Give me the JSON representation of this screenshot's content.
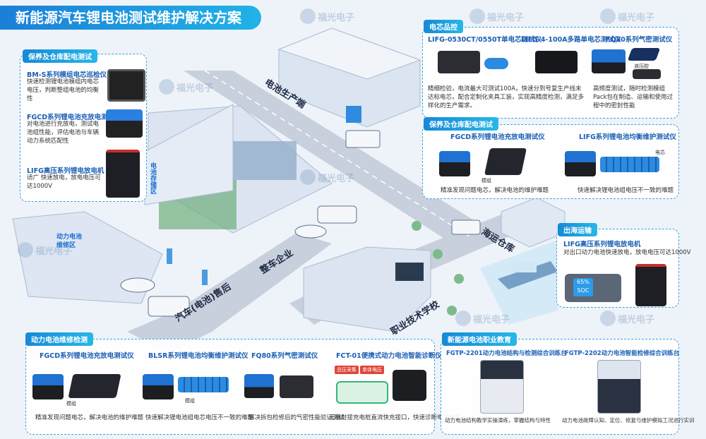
{
  "title": "新能源汽车锂电池测试维护解决方案",
  "watermark": "福光电子",
  "scene_labels": {
    "battery_production": "电池生产端",
    "vehicle_enterprise": "整车企业",
    "after_sales": "汽车(电池)售后",
    "vocational_school": "职业技术学校",
    "ocean_warehouse": "海运仓库",
    "storage_room": "电池存储区",
    "repair_room": "动力电池维修区"
  },
  "panels": {
    "protect_warehouse_left": {
      "tag": "保养及仓库配电测试",
      "items": [
        {
          "title": "BM-S系列模组电芯巡检仪",
          "desc": "快速检测锂电池模组内电芯电压，判断整组电池的均衡性"
        },
        {
          "title": "FGCD系列锂电池充放电测试仪",
          "desc": "对电池进行充放电，测试电池组性能，评估电池与车辆动力系统匹配性"
        },
        {
          "title": "LIFG高压系列锂电放电机",
          "desc": "适广 快速放电，放电电压可达1000V"
        }
      ]
    },
    "cell_qc": {
      "tag": "电芯品控",
      "items": [
        {
          "title": "LIFG-0530CT/0550T单电芯测试仪"
        },
        {
          "title": "LIFG-4-100A多路单电芯测试仪"
        },
        {
          "title": "FQ80系列气密测试仪"
        }
      ],
      "desc_left": "精细检验，电流最大可测试100A，快速分到号复生产线未达标电芯，配合定制化夹具工装，实现高精度检测，满足多样化的生产需求。",
      "desc_right": "高频度测试，随时检测模组Pack包在制造、运输和使用过程中的密封性能",
      "label_tank": "液压腔"
    },
    "protect_warehouse_right": {
      "tag": "保养及仓库配电测试",
      "items": [
        {
          "title": "FGCD系列锂电池充放电测试仪",
          "desc": "精准发现问题电芯，解决电池的维护难题"
        },
        {
          "title": "LIFG系列锂电池均衡维护测试仪",
          "desc": "快速解决锂电池组电压不一致的难题"
        }
      ],
      "label_module": "模组",
      "label_cell": "电芯"
    },
    "ocean_transport": {
      "tag": "出海运输",
      "title": "LIFG高压系列锂电放电机",
      "desc": "对出口动力电池快速放电，放电电压可达1000V",
      "soc": "65%",
      "soc_label": "SOC"
    },
    "repair_test": {
      "tag": "动力电池维修检测",
      "items": [
        {
          "title": "FGCD系列锂电池充放电测试仪",
          "desc": "精准发现问题电芯，解决电池的维护难题"
        },
        {
          "title": "BLSR系列锂电池均衡维护测试仪",
          "desc": "快速解决锂电池组电芯电压不一致的难题"
        },
        {
          "title": "FQ80系列气密测试仪",
          "desc": "解决拆包检修后的气密性能验证测试"
        },
        {
          "title": "FCT-01便携式动力电池智能诊断仪",
          "desc": "无缝对接充电桩直流快充接口，快速诊断电池状态"
        }
      ],
      "label_module": "模组",
      "label_bus": "总压采集",
      "label_cell": "单体电压"
    },
    "vocational_edu": {
      "tag": "新能源电池职业教育",
      "items": [
        {
          "title": "FGTP-2201动力电池结构与检测综合训练台",
          "desc": "动力电池结构教学实操演练，掌握结构与特性"
        },
        {
          "title": "FGTP-2202动力电池智能检修综合训练台",
          "desc": "动力电池故障认知、定位、修复与维护模拟工况进行实训"
        }
      ]
    }
  },
  "colors": {
    "accent": "#1a7fd8",
    "accent_light": "#27b7e8",
    "panel_border": "#3aa0e0",
    "road": "#c9d1dd",
    "background": "#eef3f9"
  }
}
